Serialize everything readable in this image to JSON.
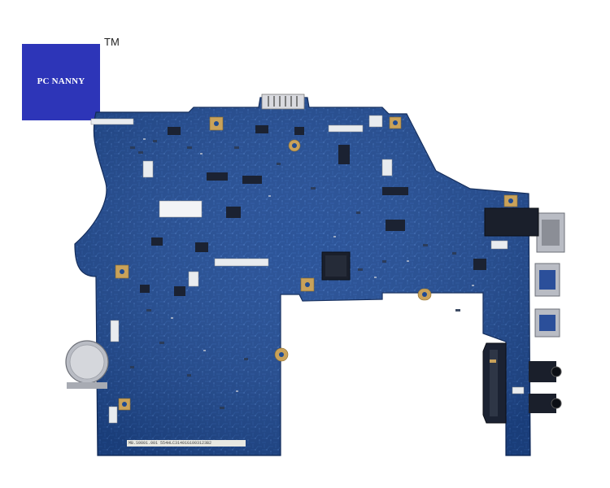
{
  "logo": {
    "text": "PC NANNY",
    "trademark": "TM"
  },
  "board": {
    "sticker_text": "MB.S9801.001   554HLC31401G1003123B2",
    "colors": {
      "pcb": "#1f4a93",
      "pcb_dark": "#163a78",
      "copper": "#c9a25a",
      "port_silver": "#b9bcc4"
    }
  },
  "icons": [
    "coin-battery-icon",
    "usb-port-icon",
    "vga-port-icon",
    "audio-jack-icon",
    "sata-connector-icon",
    "chip-icon"
  ]
}
